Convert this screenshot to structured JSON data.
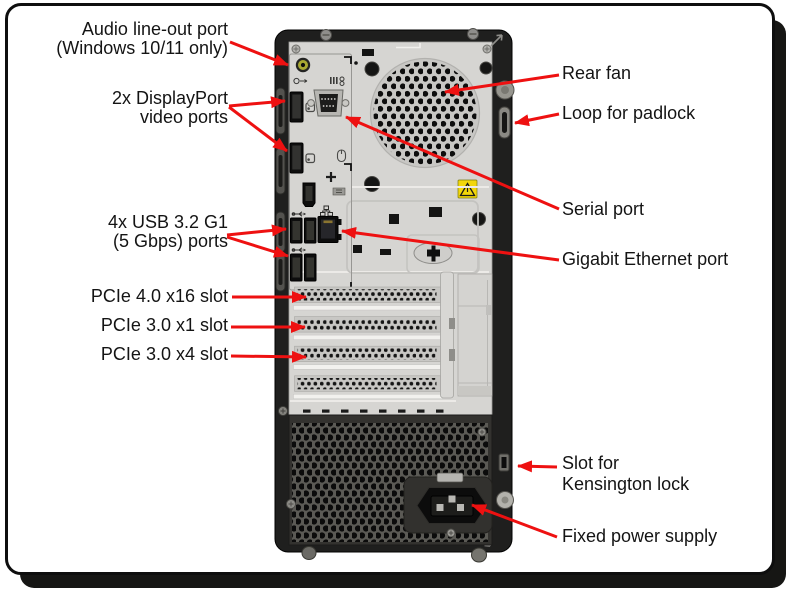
{
  "colors": {
    "arrow": "#ee1111",
    "case_body": "#1f1f1e",
    "panel": "#d6d5d2",
    "sticker_yellow": "#f2d60a",
    "audio_jack_green": "#a8a832"
  },
  "labels": {
    "left": [
      {
        "name": "audio-line-out-port",
        "lines": [
          "Audio line-out port",
          "(Windows 10/11 only)"
        ]
      },
      {
        "name": "displayport-video-ports",
        "lines": [
          "2x DisplayPort",
          "video ports"
        ]
      },
      {
        "name": "usb-ports",
        "lines": [
          "4x USB 3.2 G1",
          "(5 Gbps) ports"
        ]
      },
      {
        "name": "pcie-x16-slot",
        "lines": [
          "PCIe 4.0 x16 slot"
        ]
      },
      {
        "name": "pcie-x1-slot",
        "lines": [
          "PCIe 3.0 x1 slot"
        ]
      },
      {
        "name": "pcie-x4-slot",
        "lines": [
          "PCIe 3.0 x4 slot"
        ]
      }
    ],
    "right": [
      {
        "name": "rear-fan",
        "lines": [
          "Rear fan"
        ]
      },
      {
        "name": "loop-for-padlock",
        "lines": [
          "Loop for padlock"
        ]
      },
      {
        "name": "serial-port",
        "lines": [
          "Serial port"
        ]
      },
      {
        "name": "gigabit-ethernet-port",
        "lines": [
          "Gigabit Ethernet port"
        ]
      },
      {
        "name": "slot-for-kensington-lock",
        "lines": [
          "Slot for",
          "Kensington lock"
        ]
      },
      {
        "name": "fixed-power-supply",
        "lines": [
          "Fixed power supply"
        ]
      }
    ]
  }
}
